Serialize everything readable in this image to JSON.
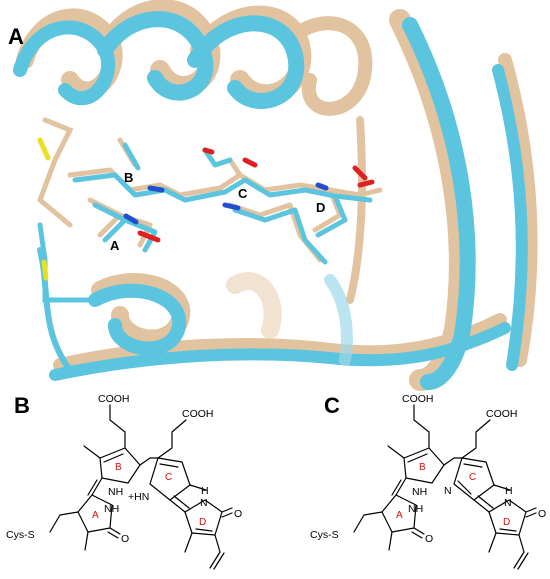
{
  "panels": {
    "A": {
      "letter": "A",
      "ring_labels": {
        "a": "A",
        "b": "B",
        "c": "C",
        "d": "D"
      },
      "colors": {
        "structure_1": "#5bc4de",
        "structure_2": "#e2c3a0",
        "background": "#ffffff",
        "oxygen": "#e02020",
        "nitrogen": "#2050d0",
        "sulfur": "#e8e020"
      }
    },
    "B": {
      "letter": "B",
      "labels": {
        "cooh_1": "COOH",
        "cooh_2": "COOH",
        "cys_s": "Cys-S",
        "nh_b": "NH",
        "nh_c": "+HN",
        "nh_a": "NH",
        "h_d": "H",
        "n_d": "N",
        "o_a": "O",
        "o_d": "O"
      },
      "ring_labels": {
        "a": "A",
        "b": "B",
        "c": "C",
        "d": "D"
      }
    },
    "C": {
      "letter": "C",
      "labels": {
        "cooh_1": "COOH",
        "cooh_2": "COOH",
        "cys_s": "Cys-S",
        "nh_b": "NH",
        "n_c": "N",
        "nh_a": "NH",
        "h_d": "H",
        "n_d": "N",
        "o_a": "O",
        "o_d": "O"
      },
      "ring_labels": {
        "a": "A",
        "b": "B",
        "c": "C",
        "d": "D"
      }
    }
  }
}
